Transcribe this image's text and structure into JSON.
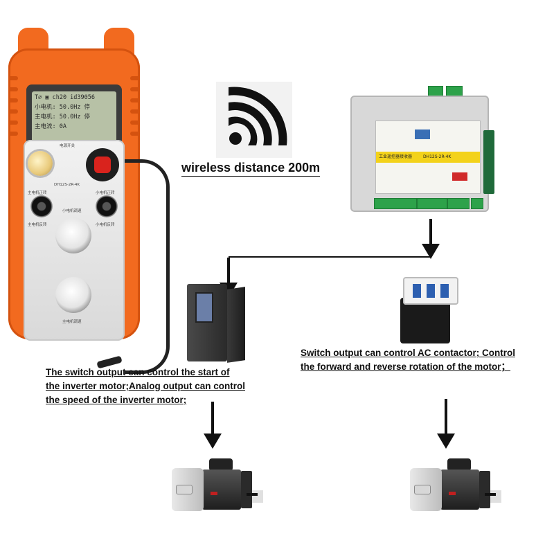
{
  "remote": {
    "lcd_lines": [
      "T⌀ ▣ ch20 id39056",
      "小电机: 50.0Hz 停",
      "主电机: 50.0Hz 停",
      "主电流:   0A"
    ],
    "model": "DH12S-2R-4K",
    "power_label": "电源开关",
    "sel_left_top": "主电机正转",
    "sel_right_top": "小电机正转",
    "sel_left_bottom": "主电机反转",
    "sel_right_bottom": "小电机反转",
    "btn1_label": "小电机调速",
    "btn2_label": "主电机调速"
  },
  "wireless": {
    "label": "wireless distance 200m"
  },
  "receiver": {
    "title": "工业遥控器接收器",
    "model": "DH12S-2R-4K"
  },
  "captions": {
    "inverter": [
      "The switch output can control the start of",
      " the inverter motor;Analog output can control",
      " the speed of the inverter motor;"
    ],
    "contactor": [
      "Switch output can control AC contactor; Control",
      "the forward and reverse rotation of the motor；"
    ]
  },
  "colors": {
    "remote_orange": "#f26a1f",
    "estop_red": "#d9231d",
    "receiver_yellow": "#f3d21a",
    "terminal_green": "#2da24a"
  },
  "icons": [
    "wifi-icon",
    "arrow-down-icon"
  ]
}
